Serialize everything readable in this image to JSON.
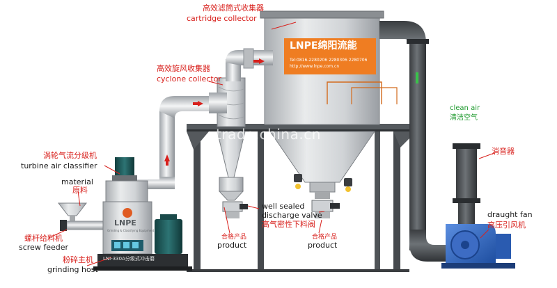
{
  "labels": {
    "cartridge_cn": "高效滤筒式收集器",
    "cartridge_en": "cartridge collector",
    "cyclone_cn": "高效旋风收集器",
    "cyclone_en": "cyclone collector",
    "classifier_cn": "涡轮气流分级机",
    "classifier_en": "turbine air classifier",
    "material_en": "material",
    "material_cn": "原料",
    "feeder_cn": "螺杆给料机",
    "feeder_en": "screw feeder",
    "host_cn": "粉碎主机",
    "host_en": "grinding host",
    "valve_en_1": "well sealed",
    "valve_en_2": "discharge valve",
    "valve_cn": "高气密性下料阀",
    "product1_cn": "合格产品",
    "product1_en": "product",
    "product2_cn": "合格产品",
    "product2_en": "product",
    "cleanair_en": "clean air",
    "cleanair_cn": "清洁空气",
    "silencer_cn": "消音器",
    "fan_en": "draught fan",
    "fan_cn": "高压引风机"
  },
  "brand": {
    "banner_title": "LNPE绵阳流能",
    "banner_tel": "Tel:0816-2280206 2280306 2280706",
    "banner_web": "http://www.lnpe.com.cn",
    "host_logo": "LNPE",
    "host_sub": "Grinding & Classifying Equipment",
    "base_plate": "LNI-330A分级式冲击磨"
  },
  "watermark": "trade.china.cn",
  "colors": {
    "accent_red": "#d8201c",
    "banner_orange": "#ef7d22",
    "clean_air_green": "#1e9a2e",
    "fan_blue": "#2f63b9",
    "motor_teal": "#1d5a5a"
  }
}
